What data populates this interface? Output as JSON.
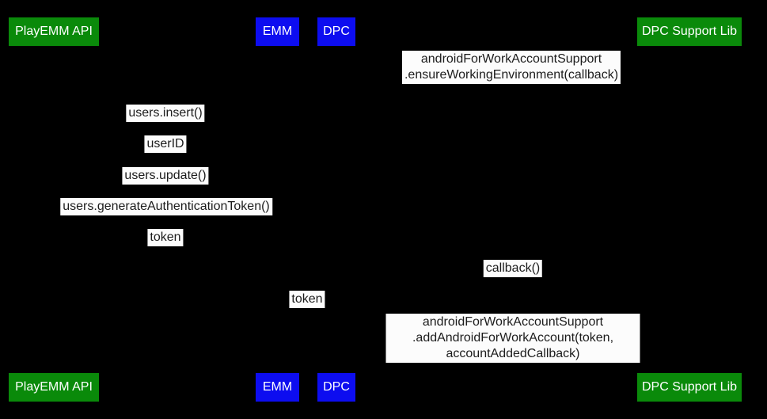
{
  "diagram": {
    "type": "sequence-diagram",
    "background_color": "#000000",
    "colors": {
      "participant_green": "#0a8a0a",
      "participant_blue": "#0d0df0",
      "participant_text": "#ffffff",
      "message_background": "#fcfcfc",
      "message_text": "#1c1c1c"
    },
    "participants": [
      {
        "label": "PlayEMM API"
      },
      {
        "label": "EMM"
      },
      {
        "label": "DPC"
      },
      {
        "label": "DPC Support Lib"
      }
    ],
    "messages": [
      {
        "text": "androidForWorkAccountSupport\n.ensureWorkingEnvironment(callback)"
      },
      {
        "text": "users.insert()"
      },
      {
        "text": "userID"
      },
      {
        "text": "users.update()"
      },
      {
        "text": "users.generateAuthenticationToken()"
      },
      {
        "text": "token"
      },
      {
        "text": "callback()"
      },
      {
        "text": "token"
      },
      {
        "text": "androidForWorkAccountSupport\n.addAndroidForWorkAccount(token, accountAddedCallback)"
      }
    ]
  }
}
